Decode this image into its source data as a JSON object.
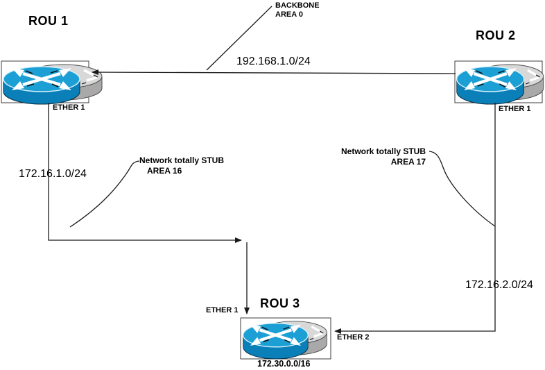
{
  "routers": {
    "rou1": {
      "name": "ROU 1",
      "port_bottom_label": "ETHER 1"
    },
    "rou2": {
      "name": "ROU 2",
      "port_bottom_label": "ETHER 1"
    },
    "rou3": {
      "name": "ROU 3",
      "port_top_label": "ETHER 1",
      "port_right_label": "ETHER 2",
      "network": "172.30.0.0/16"
    }
  },
  "links": {
    "backbone": {
      "network": "192.168.1.0/24"
    },
    "rou1_to_rou3": {
      "network": "172.16.1.0/24"
    },
    "rou2_to_rou3": {
      "network": "172.16.2.0/24"
    }
  },
  "annotations": {
    "backbone_area": {
      "line1": "BACKBONE",
      "line2": "AREA 0"
    },
    "stub_area_16": {
      "line1": "Network totally STUB",
      "line2": "AREA 16"
    },
    "stub_area_17": {
      "line1": "Network totally STUB",
      "line2": "AREA 17"
    }
  },
  "colors": {
    "background": "#ffffff",
    "line": "#1a1a1a",
    "router_blue_top": "#1c9fd4",
    "router_blue_side": "#0b7fb8",
    "router_gray_top": "#d8d8d8",
    "router_gray_side": "#a9a9a9"
  }
}
